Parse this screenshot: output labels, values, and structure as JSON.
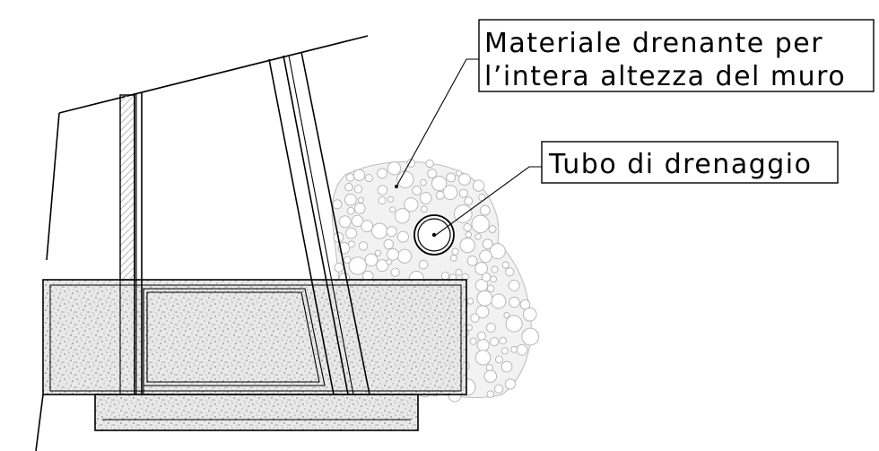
{
  "labels": {
    "drainage_material_line1": "Materiale drenante per",
    "drainage_material_line2": "l’intera altezza del muro",
    "drain_pipe": "Tubo di drenaggio"
  },
  "colors": {
    "ink": "#000000",
    "concrete_speckle": "#9a9a9a",
    "gravel_stroke": "#b8b8b8",
    "background": "#ffffff"
  }
}
